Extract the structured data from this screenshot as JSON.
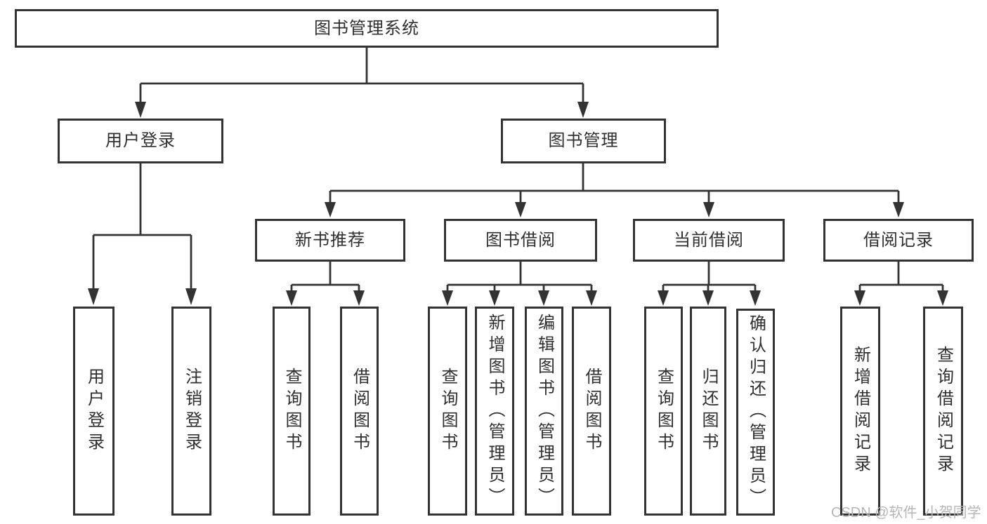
{
  "tree": {
    "label": "图书管理系统",
    "children": [
      {
        "label": "用户登录",
        "children": [
          {
            "label": "用户登录"
          },
          {
            "label": "注销登录"
          }
        ]
      },
      {
        "label": "图书管理",
        "children": [
          {
            "label": "新书推荐",
            "children": [
              {
                "label": "查询图书"
              },
              {
                "label": "借阅图书"
              }
            ]
          },
          {
            "label": "图书借阅",
            "children": [
              {
                "label": "查询图书"
              },
              {
                "label": "新增图书（管理员）"
              },
              {
                "label": "编辑图书（管理员）"
              },
              {
                "label": "借阅图书"
              }
            ]
          },
          {
            "label": "当前借阅",
            "children": [
              {
                "label": "查询图书"
              },
              {
                "label": "归还图书"
              },
              {
                "label": "确认归还（管理员）"
              }
            ]
          },
          {
            "label": "借阅记录",
            "children": [
              {
                "label": "新增借阅记录"
              },
              {
                "label": "查询借阅记录"
              }
            ]
          }
        ]
      }
    ]
  },
  "watermark": {
    "text": "CSDN @软件_小贺同学"
  },
  "colors": {
    "line": "#333333",
    "text": "#2f2f2f",
    "background": "#ffffff",
    "watermark": "#b6b6b6"
  }
}
